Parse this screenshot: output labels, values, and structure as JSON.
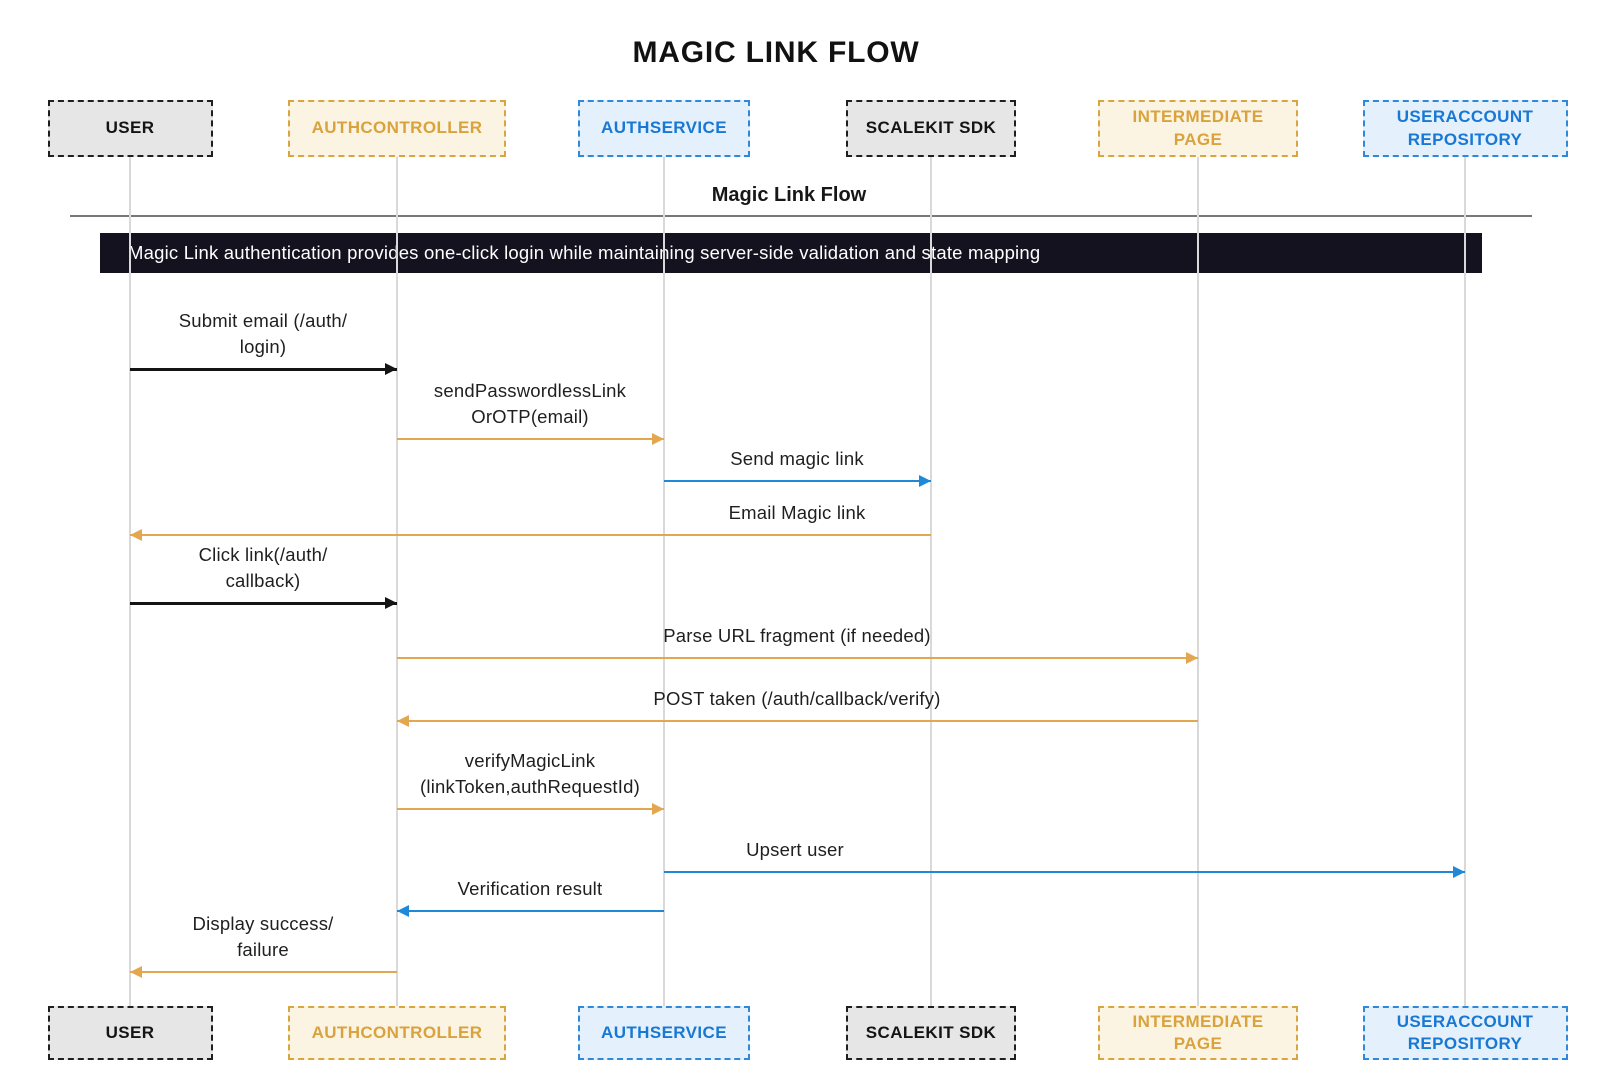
{
  "title": "MAGIC LINK FLOW",
  "diagram": {
    "subtitle": "Magic Link Flow",
    "note": {
      "text": "Magic Link authentication provides one-click login while maintaining server-side validation and state mapping",
      "bg_color": "#14121F",
      "text_color": "#FFFFFF"
    },
    "themes": {
      "gray": {
        "bg": "#E6E6E6",
        "border": "#1F1F1F",
        "text": "#141414"
      },
      "gold": {
        "bg": "#FBF4E2",
        "border": "#D9A53F",
        "text": "#D9A23C"
      },
      "blue": {
        "bg": "#E4F0FB",
        "border": "#2E89DB",
        "text": "#1878D3"
      }
    },
    "arrow_colors": {
      "black": "#141414",
      "gold": "#E3A84F",
      "blue": "#2088D8"
    },
    "participants": [
      {
        "id": "user",
        "label": "USER",
        "theme": "gray"
      },
      {
        "id": "authcontroller",
        "label": "AUTHCONTROLLER",
        "theme": "gold"
      },
      {
        "id": "authservice",
        "label": "AUTHSERVICE",
        "theme": "blue"
      },
      {
        "id": "scalekit-sdk",
        "label": "SCALEKIT SDK",
        "theme": "gray"
      },
      {
        "id": "intermediate-page",
        "label": "INTERMEDIATE PAGE",
        "theme": "gold"
      },
      {
        "id": "useraccount-repository",
        "label": "USERACCOUNT REPOSITORY",
        "theme": "blue"
      }
    ],
    "messages": [
      {
        "lines": [
          "Submit email (/auth/",
          "login)"
        ],
        "from": "user",
        "to": "authcontroller",
        "color": "black"
      },
      {
        "lines": [
          "sendPasswordlessLink",
          "OrOTP(email)"
        ],
        "from": "authcontroller",
        "to": "authservice",
        "color": "gold"
      },
      {
        "lines": [
          "Send magic link"
        ],
        "from": "authservice",
        "to": "scalekit-sdk",
        "color": "blue"
      },
      {
        "lines": [
          "Email Magic link"
        ],
        "from": "scalekit-sdk",
        "to": "user",
        "color": "gold"
      },
      {
        "lines": [
          "Click link(/auth/",
          "callback)"
        ],
        "from": "user",
        "to": "authcontroller",
        "color": "black"
      },
      {
        "lines": [
          "Parse URL fragment (if needed)"
        ],
        "from": "authcontroller",
        "to": "intermediate-page",
        "color": "gold"
      },
      {
        "lines": [
          "POST taken (/auth/callback/verify)"
        ],
        "from": "intermediate-page",
        "to": "authcontroller",
        "color": "gold"
      },
      {
        "lines": [
          "verifyMagicLink",
          "(linkToken,authRequestId)"
        ],
        "from": "authcontroller",
        "to": "authservice",
        "color": "gold"
      },
      {
        "lines": [
          "Upsert user"
        ],
        "from": "authservice",
        "to": "useraccount-repository",
        "color": "blue"
      },
      {
        "lines": [
          "Verification result"
        ],
        "from": "authservice",
        "to": "authcontroller",
        "color": "blue"
      },
      {
        "lines": [
          "Display success/",
          "failure"
        ],
        "from": "authcontroller",
        "to": "user",
        "color": "gold"
      }
    ]
  }
}
